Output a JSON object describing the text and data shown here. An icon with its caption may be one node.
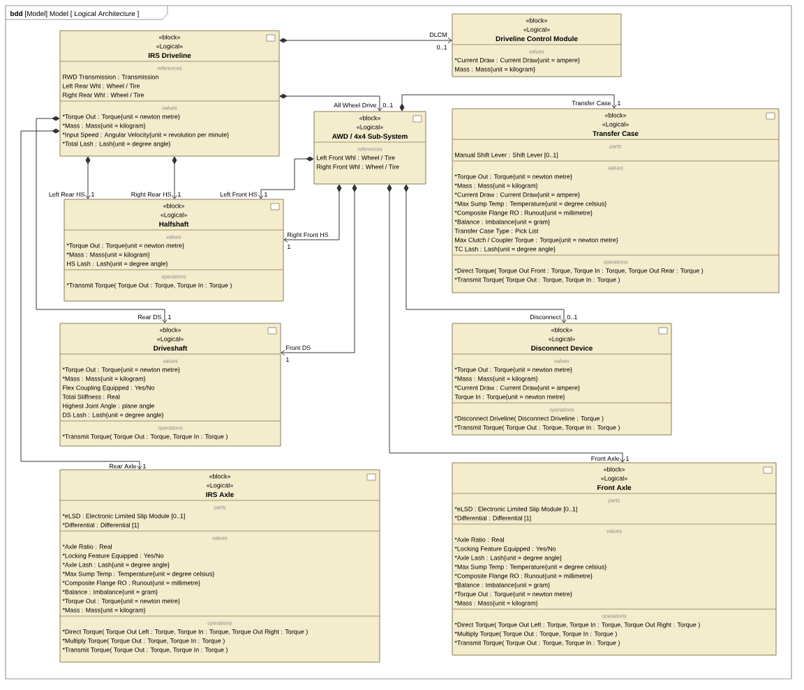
{
  "diagram": {
    "title": "**bdd** [Model] Model [ Logical Architecture ]",
    "nodes": [
      {
        "text": [
          "«block»",
          "«Logical»",
          "IRS Driveline",
          "references",
          "RWD Transmission : Transmission",
          "Left Rear Whl : Wheel / Tire",
          "Right Rear Whl : Wheel / Tire",
          "values",
          "*Torque Out : Torque{unit = newton metre}",
          "*Mass : Mass{unit = kilogram}",
          "*Input Speed : Angular Velocity{unit = revolution per minute}",
          "*Total Lash : Lash{unit = degree angle}"
        ]
      },
      {
        "text": [
          "«block»",
          "«Logical»",
          "Driveline Control Module",
          "values",
          "*Current Draw : Current Draw{unit = ampere}",
          "Mass : Mass{unit = kilogram}"
        ]
      },
      {
        "text": [
          "«block»",
          "«Logical»",
          "AWD / 4x4 Sub-System",
          "references",
          "Left Front Whl : Wheel / Tire",
          "Right Front Whl : Wheel / Tire"
        ]
      },
      {
        "text": [
          "«block»",
          "«Logical»",
          "Transfer Case",
          "parts",
          "Manual Shift Lever : Shift Lever [0..1]",
          "values",
          "*Torque Out : Torque{unit = newton metre}",
          "*Mass : Mass{unit = kilogram}",
          "*Current Draw : Current Draw{unit = ampere}",
          "*Max Sump Temp : Temperature{unit = degree celsius}",
          "*Composite Flange RO : Runout{unit = millimetre}",
          "*Balance : Imbalance{unit = gram}",
          "Transfer Case Type : Pick List",
          "Max Clutch / Coupler Torque : Torque{unit = newton metre}",
          "TC Lash : Lash{unit = degree angle}",
          "operations",
          "*Direct Torque( Torque Out Front : Torque, Torque In : Torque, Torque Out Rear : Torque )",
          "*Transmit Torque( Torque Out : Torque, Torque In : Torque )"
        ]
      },
      {
        "text": [
          "«block»",
          "«Logical»",
          "Halfshaft",
          "values",
          "*Torque Out : Torque{unit = newton metre}",
          "*Mass : Mass{unit = kilogram}",
          "HS Lash : Lash{unit = degree angle}",
          "operations",
          "*Transmit Torque( Torque Out : Torque, Torque In : Torque )"
        ]
      },
      {
        "text": [
          "«block»",
          "«Logical»",
          "Driveshaft",
          "values",
          "*Torque Out : Torque{unit = newton metre}",
          "*Mass : Mass{unit = kilogram}",
          "Flex Coupling Equipped : Yes/No",
          "Total Stiffness : Real",
          "Highest Joint Angle : plane angle",
          "DS Lash : Lash{unit = degree angle}",
          "operations",
          "*Transmit Torque( Torque Out : Torque, Torque In : Torque )"
        ]
      },
      {
        "text": [
          "«block»",
          "«Logical»",
          "Disconnect Device",
          "values",
          "*Torque Out : Torque{unit = newton metre}",
          "*Mass : Mass{unit = kilogram}",
          "*Current Draw : Current Draw{unit = ampere}",
          "Torque In : Torque{unit = newton metre}",
          "operations",
          "*Disconnect Driveline( Disconnect Driveline : Torque )",
          "*Transmit Torque( Torque Out : Torque, Torque In : Torque )"
        ]
      },
      {
        "text": [
          "«block»",
          "«Logical»",
          "IRS Axle",
          "parts",
          "*eLSD : Electronic Limited Slip Module [0..1]",
          "*Differential : Differential [1]",
          "values",
          "*Axle Ratio : Real",
          "*Locking Feature Equipped : Yes/No",
          "*Axle Lash : Lash{unit = degree angle}",
          "*Max Sump Temp : Temperature{unit = degree celsius}",
          "*Composite Flange RO : Runout{unit = millimetre}",
          "*Balance : Imbalance{unit = gram}",
          "*Torque Out : Torque{unit = newton metre}",
          "*Mass : Mass{unit = kilogram}",
          "operations",
          "*Direct Torque( Torque Out Left : Torque, Torque In : Torque, Torque Out Right : Torque )",
          "*Multiply Torque( Torque Out : Torque, Torque In : Torque )",
          "*Transmit Torque( Torque Out : Torque, Torque In : Torque )"
        ]
      },
      {
        "text": [
          "«block»",
          "«Logical»",
          "Front Axle",
          "parts",
          "*eLSD : Electronic Limited Slip Module [0..1]",
          "*Differential : Differential [1]",
          "values",
          "*Axle Ratio : Real",
          "*Locking Feature Equipped : Yes/No",
          "*Axle Lash : Lash{unit = degree angle}",
          "*Max Sump Temp : Temperature{unit = degree celsius}",
          "*Composite Flange RO : Runout{unit = millimetre}",
          "*Balance : Imbalance{unit = gram}",
          "*Torque Out : Torque{unit = newton metre}",
          "*Mass : Mass{unit = kilogram}",
          "operations",
          "*Direct Torque( Torque Out Left : Torque, Torque In : Torque, Torque Out Right : Torque )",
          "*Multiply Torque( Torque Out : Torque, Torque In : Torque )",
          "*Transmit Torque( Torque Out : Torque, Torque In : Torque )"
        ]
      }
    ],
    "edges": [
      {
        "from": 0,
        "to": 1,
        "arrow": "to",
        "label": "DLCM"
      },
      {
        "from": 0,
        "to": 2,
        "arrow": "to",
        "label": "All Wheel Drive"
      },
      {
        "from": 2,
        "to": 3,
        "arrow": "to",
        "label": "Transfer Case"
      },
      {
        "from": 0,
        "to": 4,
        "arrow": "to",
        "label": "Left Rear HS"
      },
      {
        "from": 0,
        "to": 4,
        "arrow": "to",
        "label": "Right Rear HS"
      },
      {
        "from": 2,
        "to": 4,
        "arrow": "to",
        "label": "Left Front HS"
      },
      {
        "from": 2,
        "to": 4,
        "arrow": "to",
        "label": "Right Front HS"
      },
      {
        "from": 0,
        "to": 5,
        "arrow": "to",
        "label": "Rear DS"
      },
      {
        "from": 2,
        "to": 5,
        "arrow": "to",
        "label": "Front DS"
      },
      {
        "from": 2,
        "to": 6,
        "arrow": "to",
        "label": "Disconnect"
      },
      {
        "from": 2,
        "to": 8,
        "arrow": "to",
        "label": "Front Axle"
      },
      {
        "from": 0,
        "to": 7,
        "arrow": "to",
        "label": "Rear Axle"
      }
    ],
    "labels": [
      "0..1",
      "0..1",
      "1",
      "1",
      "1",
      "1",
      "1",
      "1",
      "1",
      "0..1",
      "1",
      "1"
    ]
  }
}
